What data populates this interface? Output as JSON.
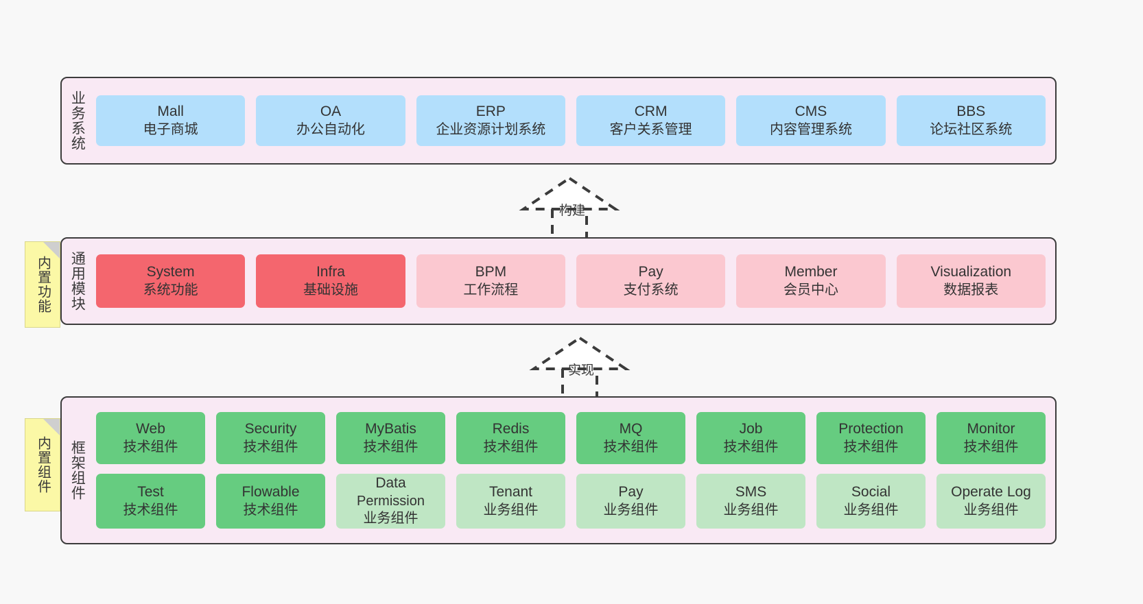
{
  "diagram": {
    "background_color": "#f8f8f8",
    "panel_fill": "#f9e9f4",
    "panel_border": "#3c3c3c",
    "note_fill": "#fbf8a6"
  },
  "business": {
    "label": "业务系统",
    "cards": [
      {
        "name": "Mall",
        "desc": "电子商城",
        "color": "#b3dffc"
      },
      {
        "name": "OA",
        "desc": "办公自动化",
        "color": "#b3dffc"
      },
      {
        "name": "ERP",
        "desc": "企业资源计划系统",
        "color": "#b3dffc"
      },
      {
        "name": "CRM",
        "desc": "客户关系管理",
        "color": "#b3dffc"
      },
      {
        "name": "CMS",
        "desc": "内容管理系统",
        "color": "#b3dffc"
      },
      {
        "name": "BBS",
        "desc": "论坛社区系统",
        "color": "#b3dffc"
      }
    ]
  },
  "arrow_build": {
    "label": "构建"
  },
  "arrow_impl": {
    "label": "实现"
  },
  "common": {
    "label": "通用模块",
    "note": "内置功能",
    "cards": [
      {
        "name": "System",
        "desc": "系统功能",
        "color": "#f4666e"
      },
      {
        "name": "Infra",
        "desc": "基础设施",
        "color": "#f4666e"
      },
      {
        "name": "BPM",
        "desc": "工作流程",
        "color": "#fbc8d0"
      },
      {
        "name": "Pay",
        "desc": "支付系统",
        "color": "#fbc8d0"
      },
      {
        "name": "Member",
        "desc": "会员中心",
        "color": "#fbc8d0"
      },
      {
        "name": "Visualization",
        "desc": "数据报表",
        "color": "#fbc8d0"
      }
    ]
  },
  "framework": {
    "label": "框架组件",
    "note": "内置组件",
    "row1": [
      {
        "name": "Web",
        "desc": "技术组件",
        "color": "#66cc80"
      },
      {
        "name": "Security",
        "desc": "技术组件",
        "color": "#66cc80"
      },
      {
        "name": "MyBatis",
        "desc": "技术组件",
        "color": "#66cc80"
      },
      {
        "name": "Redis",
        "desc": "技术组件",
        "color": "#66cc80"
      },
      {
        "name": "MQ",
        "desc": "技术组件",
        "color": "#66cc80"
      },
      {
        "name": "Job",
        "desc": "技术组件",
        "color": "#66cc80"
      },
      {
        "name": "Protection",
        "desc": "技术组件",
        "color": "#66cc80"
      },
      {
        "name": "Monitor",
        "desc": "技术组件",
        "color": "#66cc80"
      }
    ],
    "row2": [
      {
        "name": "Test",
        "desc": "技术组件",
        "color": "#66cc80"
      },
      {
        "name": "Flowable",
        "desc": "技术组件",
        "color": "#66cc80"
      },
      {
        "name": "Data",
        "name2": "Permission",
        "desc": "业务组件",
        "color": "#bfe6c4"
      },
      {
        "name": "Tenant",
        "desc": "业务组件",
        "color": "#bfe6c4"
      },
      {
        "name": "Pay",
        "desc": "业务组件",
        "color": "#bfe6c4"
      },
      {
        "name": "SMS",
        "desc": "业务组件",
        "color": "#bfe6c4"
      },
      {
        "name": "Social",
        "desc": "业务组件",
        "color": "#bfe6c4"
      },
      {
        "name": "Operate Log",
        "desc": "业务组件",
        "color": "#bfe6c4"
      }
    ]
  }
}
